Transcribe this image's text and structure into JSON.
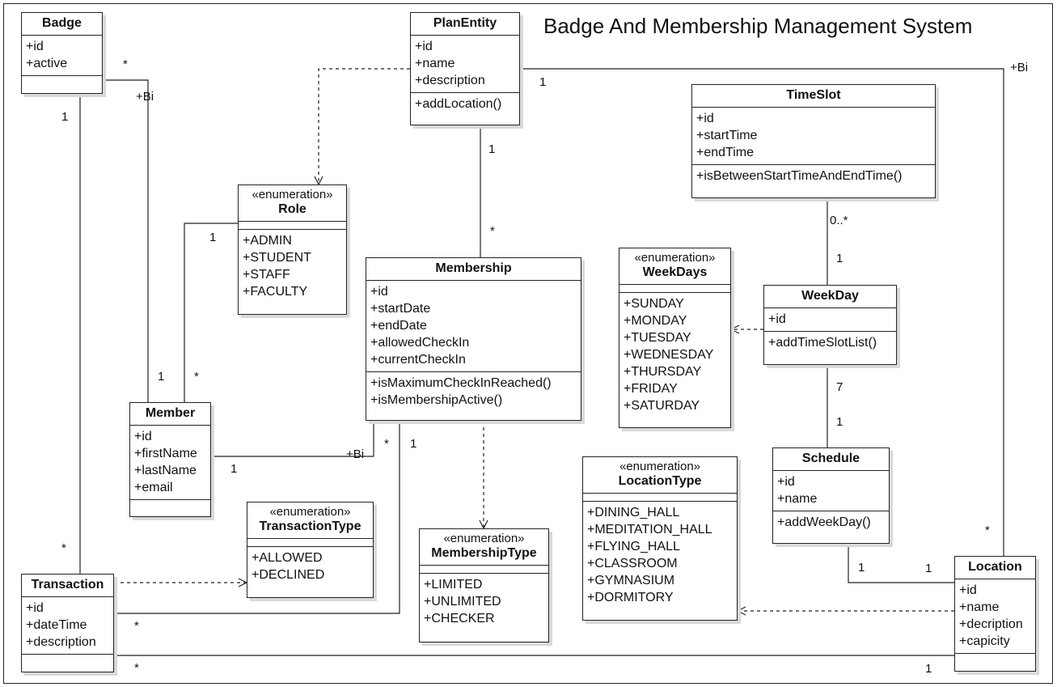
{
  "title": "Badge And Membership Management System",
  "classes": {
    "badge": {
      "name": "Badge",
      "attributes": [
        "+id",
        "+active"
      ],
      "operations": []
    },
    "plan_entity": {
      "name": "PlanEntity",
      "attributes": [
        "+id",
        "+name",
        "+description"
      ],
      "operations": [
        "+addLocation()"
      ]
    },
    "time_slot": {
      "name": "TimeSlot",
      "attributes": [
        "+id",
        "+startTime",
        "+endTime"
      ],
      "operations": [
        "+isBetweenStartTimeAndEndTime()"
      ]
    },
    "role": {
      "stereotype": "«enumeration»",
      "name": "Role",
      "attributes": [],
      "operations": [
        "+ADMIN",
        "+STUDENT",
        "+STAFF",
        "+FACULTY"
      ]
    },
    "membership": {
      "name": "Membership",
      "attributes": [
        "+id",
        "+startDate",
        "+endDate",
        "+allowedCheckIn",
        "+currentCheckIn"
      ],
      "operations": [
        "+isMaximumCheckInReached()",
        "+isMembershipActive()"
      ]
    },
    "week_days": {
      "stereotype": "«enumeration»",
      "name": "WeekDays",
      "attributes": [],
      "operations": [
        "+SUNDAY",
        "+MONDAY",
        "+TUESDAY",
        "+WEDNESDAY",
        "+THURSDAY",
        "+FRIDAY",
        "+SATURDAY"
      ]
    },
    "week_day": {
      "name": "WeekDay",
      "attributes": [
        "+id"
      ],
      "operations": [
        "+addTimeSlotList()"
      ]
    },
    "member": {
      "name": "Member",
      "attributes": [
        "+id",
        "+firstName",
        "+lastName",
        "+email"
      ],
      "operations": []
    },
    "transaction_type": {
      "stereotype": "«enumeration»",
      "name": "TransactionType",
      "attributes": [],
      "operations": [
        "+ALLOWED",
        "+DECLINED"
      ]
    },
    "membership_type": {
      "stereotype": "«enumeration»",
      "name": "MembershipType",
      "attributes": [],
      "operations": [
        "+LIMITED",
        "+UNLIMITED",
        "+CHECKER"
      ]
    },
    "location_type": {
      "stereotype": "«enumeration»",
      "name": "LocationType",
      "attributes": [],
      "operations": [
        "+DINING_HALL",
        "+MEDITATION_HALL",
        "+FLYING_HALL",
        "+CLASSROOM",
        "+GYMNASIUM",
        "+DORMITORY"
      ]
    },
    "schedule": {
      "name": "Schedule",
      "attributes": [
        "+id",
        "+name"
      ],
      "operations": [
        "+addWeekDay()"
      ]
    },
    "transaction": {
      "name": "Transaction",
      "attributes": [
        "+id",
        "+dateTime",
        "+description"
      ],
      "operations": []
    },
    "location": {
      "name": "Location",
      "attributes": [
        "+id",
        "+name",
        "+decription",
        "+capicity"
      ],
      "operations": []
    }
  },
  "edge_labels": {
    "badge_member_badge_end": "*",
    "badge_member_bi": "+Bi",
    "badge_member_member_end": "1",
    "badge_transaction_badge_end": "1",
    "badge_transaction_transaction_end": "*",
    "plan_location_plan_end": "1",
    "plan_location_bi": "+Bi",
    "plan_location_location_end": "*",
    "plan_membership_plan_end": "1",
    "plan_membership_membership_end": "*",
    "role_member_role_end": "1",
    "role_member_member_end": "*",
    "member_membership_member_end": "1",
    "member_membership_bi": "+Bi",
    "member_membership_membership_end": "*",
    "membership_transaction_membership_end": "1",
    "membership_transaction_transaction_end": "*",
    "timeslot_weekday_timeslot_end": "0..*",
    "timeslot_weekday_weekday_end": "1",
    "weekday_schedule_weekday_end": "7",
    "weekday_schedule_schedule_end": "1",
    "schedule_location_schedule_end": "1",
    "schedule_location_location_end": "1",
    "transaction_location_transaction_end": "*",
    "transaction_location_location_end": "1"
  }
}
